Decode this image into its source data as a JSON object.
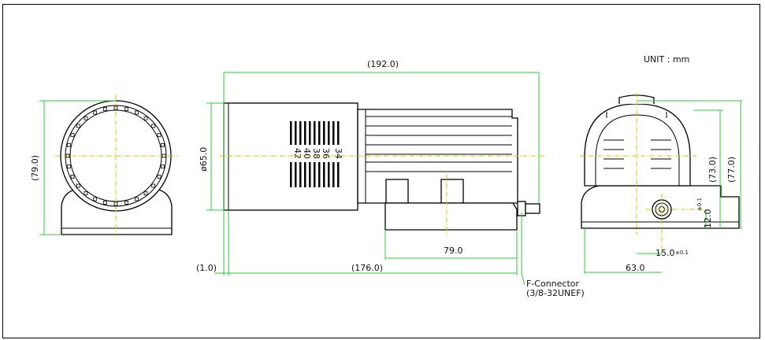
{
  "unit_label": "UNIT : mm",
  "front_view": {
    "height_dim": "(79.0)"
  },
  "side_view": {
    "overall_length": "(192.0)",
    "diameter": "ø65.0",
    "mark_numbers": [
      "34",
      "36",
      "38",
      "40",
      "42"
    ],
    "base_length": "79.0",
    "body_length": "(176.0)",
    "offset": "(1.0)",
    "connector_label": "F-Connector",
    "connector_spec": "(3/8-32UNEF)"
  },
  "rear_view": {
    "height_inner": "(73.0)",
    "height_outer": "(77.0)",
    "connector_height": "12.0",
    "connector_height_tol": "±0.1",
    "connector_offset": "15.0",
    "connector_offset_tol": "±0.1",
    "width": "63.0"
  },
  "colors": {
    "dimension_lines": "#2ecc40",
    "center_lines": "#d4c400",
    "outline": "#000000"
  }
}
